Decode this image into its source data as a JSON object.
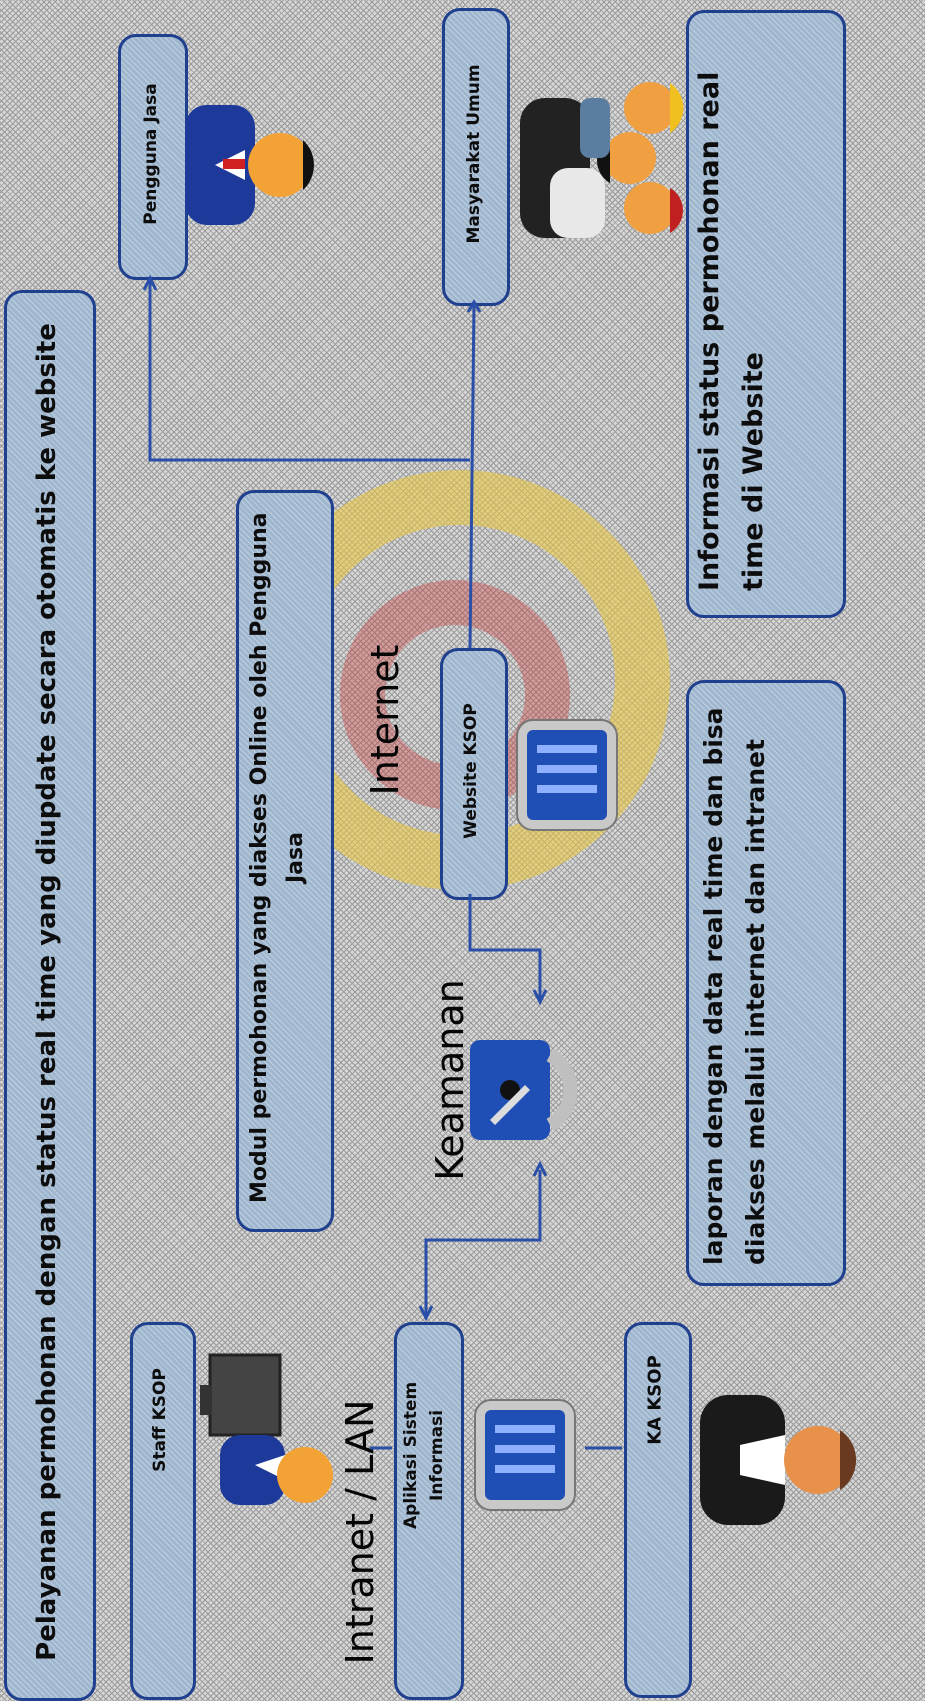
{
  "boxes": {
    "info_status": "Informasi status permohonan real time di Website",
    "laporan": "laporan dengan data real time dan bisa diakses melalui internet dan intranet",
    "masyarakat": "Masyarakat Umum",
    "pengguna_jasa_box": "Pengguna Jasa",
    "modul": "Modul permohonan yang diakses Online oleh Pengguna Jasa",
    "website": "Website KSOP",
    "pelayanan": "Pelayanan permohonan dengan status real time yang diupdate secara otomatis ke website",
    "ka_ksop": "KA KSOP",
    "aplikasi": "Aplikasi Sistem Informasi",
    "staff": "Staff KSOP"
  },
  "labels": {
    "internet": "Internet",
    "keamanan": "Keamanan",
    "intranet": "Intranet / LAN"
  },
  "icons": [
    "people-group-icon",
    "user-icon",
    "server-icon",
    "padlock-icon",
    "manager-icon",
    "staff-computer-icon",
    "emblem-watermark-icon"
  ],
  "colors": {
    "box_border": "#1f3f8f",
    "box_fill": "#9fb6cf",
    "line": "#2a4fa8"
  }
}
